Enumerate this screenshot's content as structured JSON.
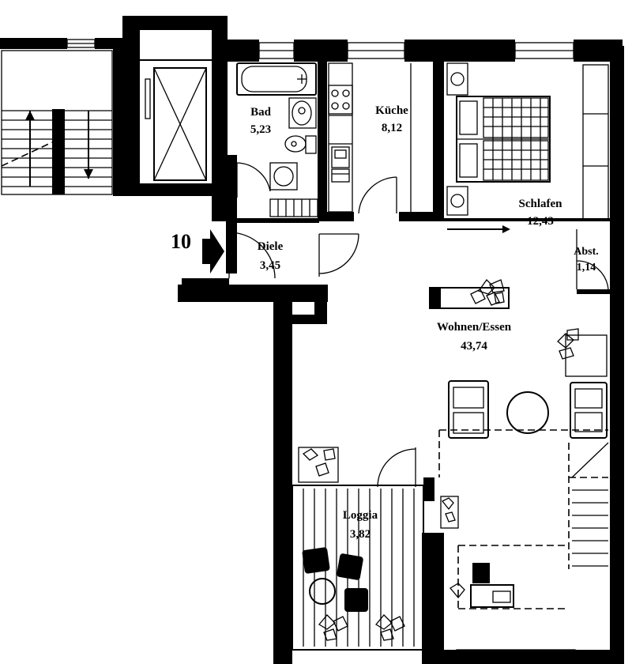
{
  "unit_number": "10",
  "rooms": {
    "bad": {
      "name": "Bad",
      "area": "5,23"
    },
    "kueche": {
      "name": "Küche",
      "area": "8,12"
    },
    "schlafen": {
      "name": "Schlafen",
      "area": "12,43"
    },
    "diele": {
      "name": "Diele",
      "area": "3,45"
    },
    "abst": {
      "name": "Abst.",
      "area": "1,14"
    },
    "wohnen": {
      "name": "Wohnen/Essen",
      "area": "43,74"
    },
    "loggia": {
      "name": "Loggia",
      "area": "3,82"
    }
  },
  "icons": [
    "entrance-arrow-icon",
    "bathtub-icon",
    "washbasin-icon",
    "toilet-icon",
    "stove-icon",
    "sink-icon",
    "bed-icon",
    "sofa-icon",
    "armchair-icon",
    "round-table-icon",
    "plant-icon",
    "elevator-icon",
    "staircase-icon"
  ]
}
